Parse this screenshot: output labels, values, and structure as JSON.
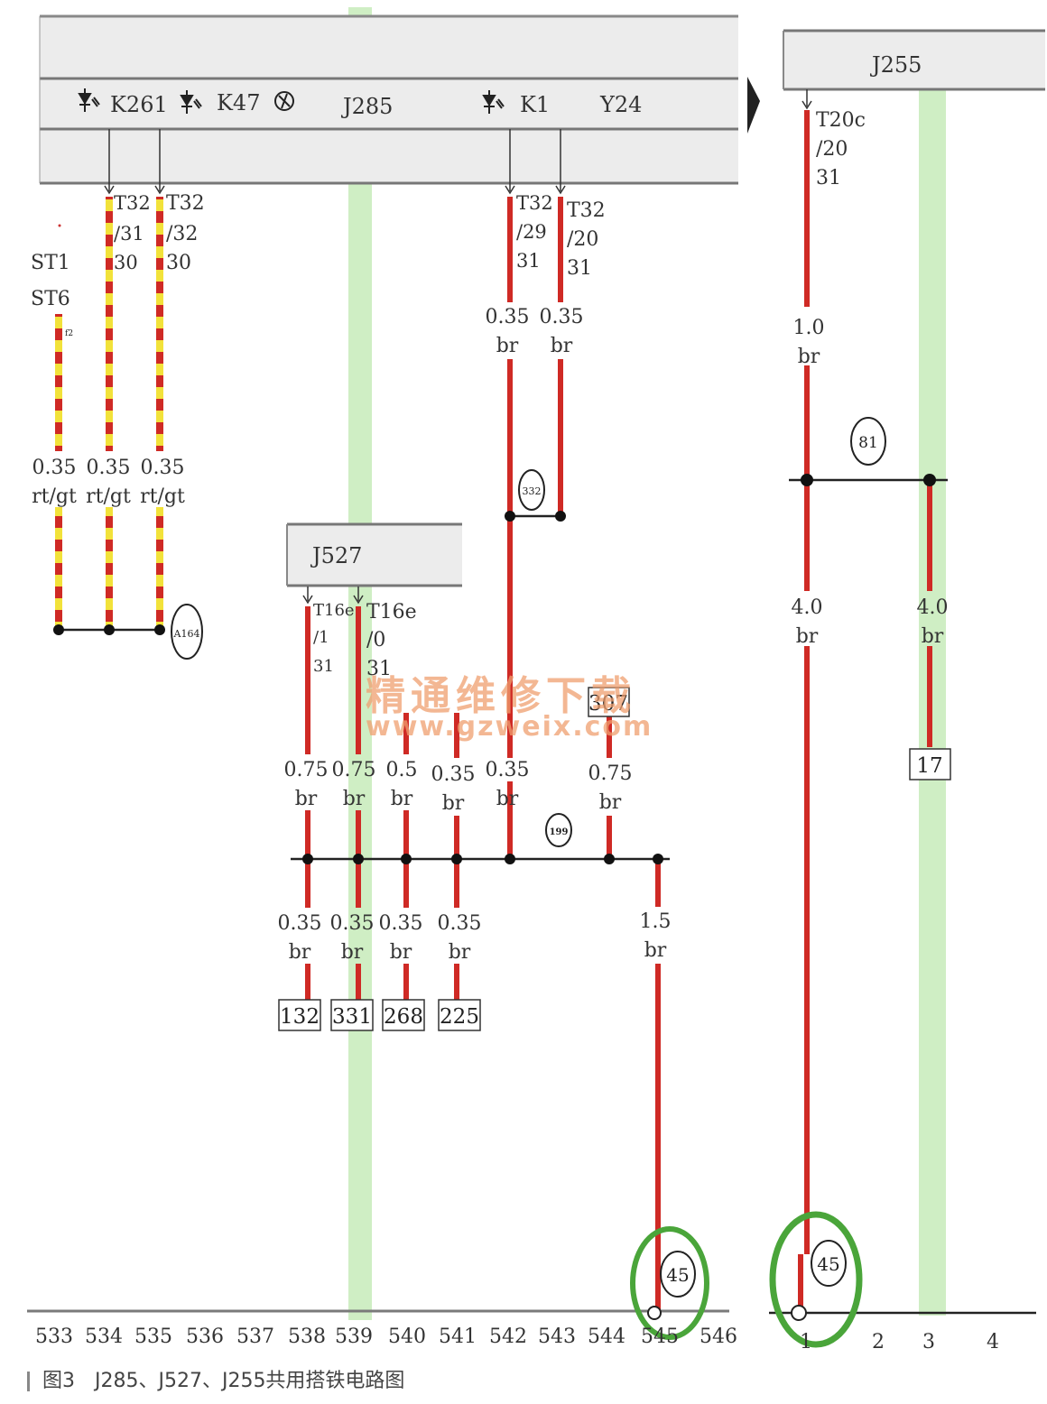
{
  "caption": "图3　J285、J527、J255共用搭铁电路图",
  "watermark": {
    "line1": "精通维修下载",
    "line2": "www.gzweix.com"
  },
  "colors": {
    "wire_red": "#cf2a25",
    "wire_stripe": "#f2e23a",
    "panel": "#ececec",
    "highlight": "#cfeec4",
    "circle_green": "#4aa53a"
  },
  "components": {
    "left_panel": {
      "K261": "K261",
      "K47": "K47",
      "J285": "J285",
      "K1": "K1",
      "Y24": "Y24"
    },
    "J527": "J527",
    "J255": "J255",
    "st1": "ST1",
    "st6": "ST6"
  },
  "connectors": {
    "c1": [
      "T32",
      "/31",
      "30"
    ],
    "c2": [
      "T32",
      "/32",
      "30"
    ],
    "c3": [
      "T32",
      "/29",
      "31"
    ],
    "c4": [
      "T32",
      "/20",
      "31"
    ],
    "c5": [
      "T16e",
      "/1",
      "31"
    ],
    "c6": [
      "T16e",
      "/0",
      "31"
    ],
    "c7": [
      "T20c",
      "/20",
      "31"
    ]
  },
  "wire_labels": {
    "w1": [
      "0.35",
      "rt/gt"
    ],
    "w2": [
      "0.35",
      "rt/gt"
    ],
    "w3": [
      "0.35",
      "rt/gt"
    ],
    "w4": [
      "0.35",
      "br"
    ],
    "w5": [
      "0.35",
      "br"
    ],
    "w6": [
      "1.0",
      "br"
    ],
    "w7": [
      "4.0",
      "br"
    ],
    "w8": [
      "4.0",
      "br"
    ],
    "w9": [
      "0.75",
      "br"
    ],
    "w10": [
      "0.75",
      "br"
    ],
    "w11": [
      "0.5",
      "br"
    ],
    "w12": [
      "0.35",
      "br"
    ],
    "w13": [
      "0.35",
      "br"
    ],
    "w14": [
      "0.75",
      "br"
    ],
    "w15": [
      "0.35",
      "br"
    ],
    "w16": [
      "0.35",
      "br"
    ],
    "w17": [
      "0.35",
      "br"
    ],
    "w18": [
      "0.35",
      "br"
    ],
    "w19": [
      "1.5",
      "br"
    ]
  },
  "circle_labels": {
    "A164": "A164",
    "n332": "332",
    "n81": "81",
    "n199": "199",
    "n45a": "45",
    "n45b": "45"
  },
  "box_labels": {
    "b307": "307",
    "b17": "17",
    "b132": "132",
    "b331": "331",
    "b268": "268",
    "b225": "225"
  },
  "bottom_axis_left": [
    "533",
    "534",
    "535",
    "536",
    "537",
    "538",
    "539",
    "540",
    "541",
    "542",
    "543",
    "544",
    "545",
    "546"
  ],
  "bottom_axis_right": [
    "1",
    "2",
    "3",
    "4"
  ]
}
